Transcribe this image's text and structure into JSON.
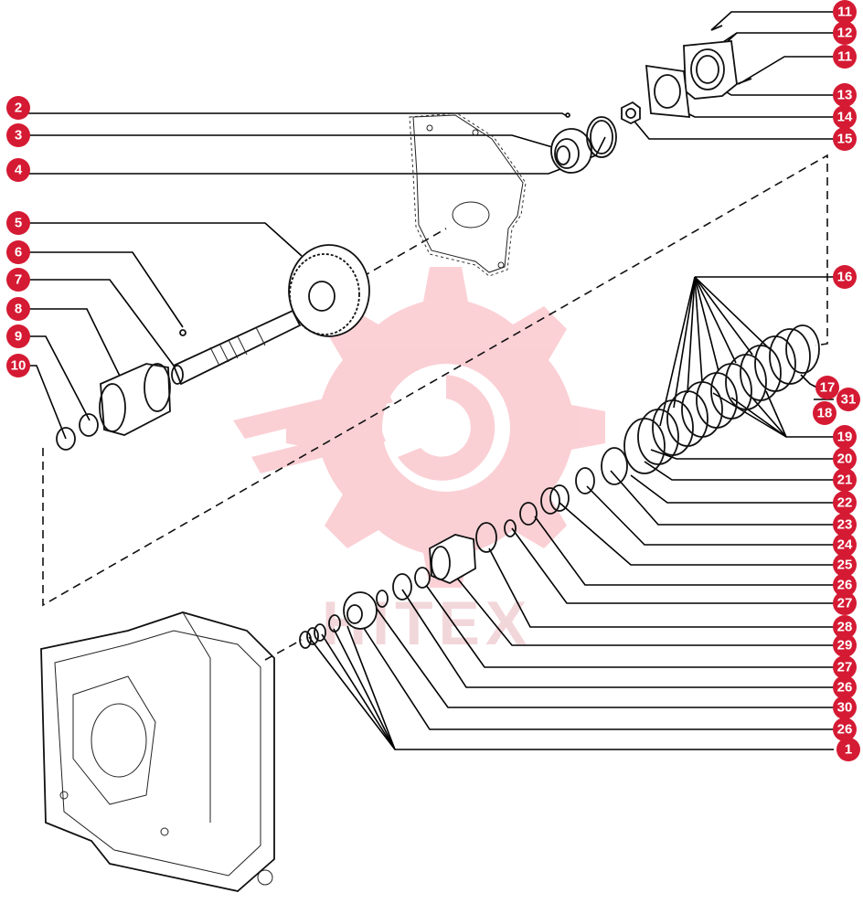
{
  "watermark": {
    "text": "HITEX",
    "color": "#f2a0a8"
  },
  "accent_color": "#d51a33",
  "callouts": [
    "11",
    "12",
    "11",
    "13",
    "14",
    "15",
    "2",
    "3",
    "4",
    "5",
    "6",
    "7",
    "8",
    "9",
    "10",
    "16",
    "17",
    "31",
    "18",
    "19",
    "20",
    "21",
    "22",
    "23",
    "24",
    "25",
    "26",
    "27",
    "28",
    "29",
    "27",
    "26",
    "30",
    "26",
    "1"
  ]
}
